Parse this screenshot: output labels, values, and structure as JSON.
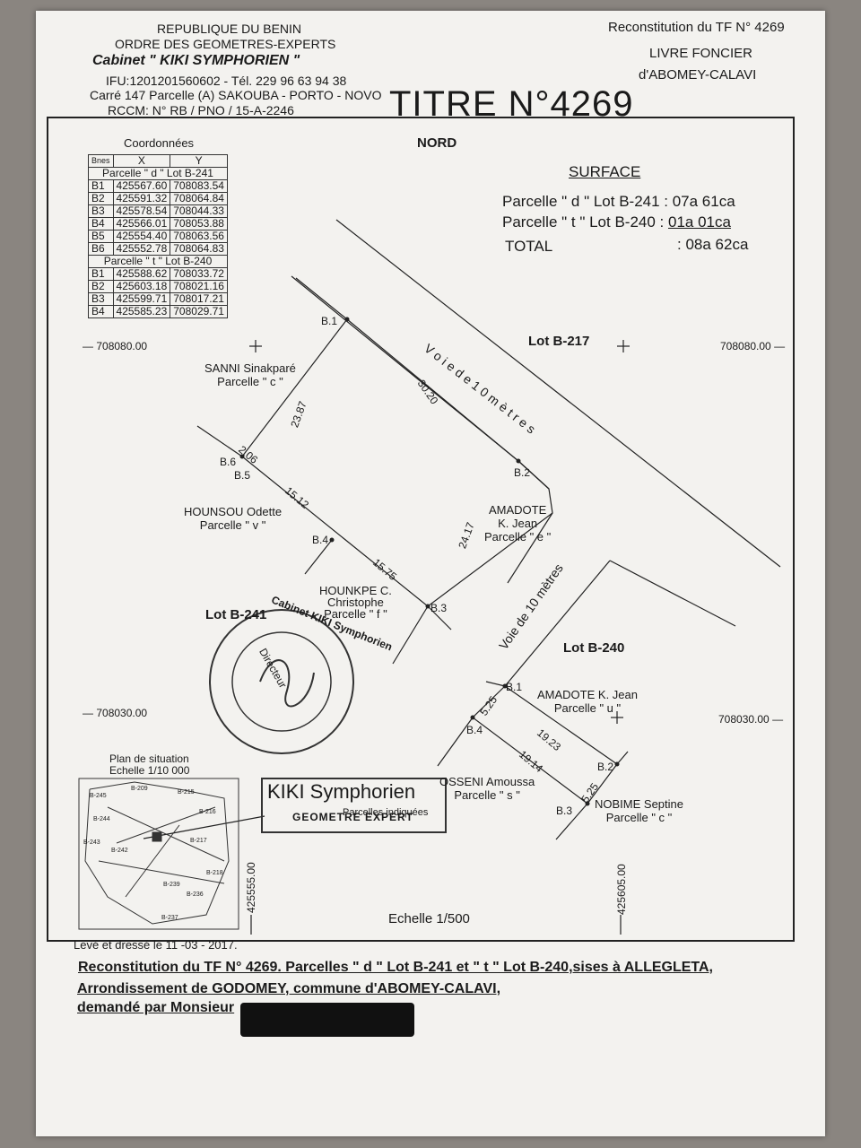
{
  "header": {
    "republic": "REPUBLIQUE DU BENIN",
    "order": "ORDRE DES GEOMETRES-EXPERTS",
    "cabinet": "Cabinet \" KIKI SYMPHORIEN \"",
    "ifu": "IFU:1201201560602 - Tél. 229 96 63 94 38",
    "address": "Carré 147 Parcelle (A) SAKOUBA - PORTO - NOVO",
    "rccm": "RCCM: N° RB / PNO / 15-A-2246",
    "recon": "Reconstitution du TF N° 4269",
    "livre": "LIVRE FONCIER",
    "abomey": "d'ABOMEY-CALAVI",
    "titre": "TITRE  N°4269"
  },
  "nord": "NORD",
  "coords": {
    "title": "Coordonnées",
    "cols": [
      "Bnes",
      "X",
      "Y"
    ],
    "group_d": "Parcelle \" d \" Lot B-241",
    "rows_d": [
      [
        "B1",
        "425567.60",
        "708083.54"
      ],
      [
        "B2",
        "425591.32",
        "708064.84"
      ],
      [
        "B3",
        "425578.54",
        "708044.33"
      ],
      [
        "B4",
        "425566.01",
        "708053.88"
      ],
      [
        "B5",
        "425554.40",
        "708063.56"
      ],
      [
        "B6",
        "425552.78",
        "708064.83"
      ]
    ],
    "group_t": "Parcelle \" t \" Lot B-240",
    "rows_t": [
      [
        "B1",
        "425588.62",
        "708033.72"
      ],
      [
        "B2",
        "425603.18",
        "708021.16"
      ],
      [
        "B3",
        "425599.71",
        "708017.21"
      ],
      [
        "B4",
        "425585.23",
        "708029.71"
      ]
    ]
  },
  "surface": {
    "title": "SURFACE",
    "line1": "Parcelle \" d \" Lot B-241 : 07a 61ca",
    "line2a": "Parcelle \" t \"  Lot B-240 : ",
    "line2b": "01a 01ca",
    "total": "TOTAL",
    "total_val": ": 08a 62ca"
  },
  "grid": {
    "y_top_left": "708080.00",
    "y_top_right": "708080.00",
    "y_bottom_left": "708030.00",
    "y_bottom_right": "708030.00",
    "x_left": "425555.00",
    "x_right": "425605.00"
  },
  "plan": {
    "road1": "V o i e   d e   1 0   m è t r e s",
    "road2": "Voie de 10 mètres",
    "lot217": "Lot B-217",
    "lot241": "Lot B-241",
    "lot240": "Lot B-240",
    "sanni": "SANNI Sinakparé",
    "sanni_p": "Parcelle \" c \"",
    "hounsou": "HOUNSOU Odette",
    "hounsou_p": "Parcelle \" v \"",
    "hounkpe1": "HOUNKPE C.",
    "hounkpe2": "Christophe",
    "hounkpe_p": "Parcelle \" f \"",
    "amadote1": "AMADOTE",
    "amadote2": "K. Jean",
    "amadote_p": "Parcelle \" e \"",
    "amadote_t": "AMADOTE K. Jean",
    "amadote_t_p": "Parcelle \" u \"",
    "osseni": "OSSENI Amoussa",
    "osseni_p": "Parcelle \" s \"",
    "nobime": "NOBIME Septine",
    "nobime_p": "Parcelle \" c \"",
    "b1": "B.1",
    "b2": "B.2",
    "b3": "B.3",
    "b4": "B.4",
    "b5": "B.5",
    "b6": "B.6",
    "d_2387": "23.87",
    "d_3020": "30.20",
    "d_206": "2.06",
    "d_1512": "15.12",
    "d_1575": "15.75",
    "d_2417": "24.17",
    "d_525a": "5.25",
    "d_1923": "19.23",
    "d_1914": "19.14",
    "d_525b": "5.25"
  },
  "situation": {
    "title": "Plan de situation",
    "scale": "Echelle 1/10 000",
    "lots": [
      "B-245",
      "B-209",
      "B-215",
      "B-244",
      "B-216",
      "B-243",
      "B-242",
      "B-217",
      "B-218",
      "B-239",
      "B-236",
      "B-237"
    ]
  },
  "stamp": {
    "name": "KIKI Symphorien",
    "sub": "GEOMETRE  EXPERT",
    "note": "Parcelles indiquées",
    "seal_text": "Cabinet KIKI Symphorien",
    "seal_center": "Directeur"
  },
  "scale": "Echelle 1/500",
  "leve": "Levé et dressé le  11 -03 - 2017.",
  "footer": {
    "line1": "Reconstitution du TF N° 4269. Parcelles \" d \" Lot B-241 et \" t \" Lot B-240,sises à ALLEGLETA,",
    "line2": "Arrondissement de GODOMEY, commune d'ABOMEY-CALAVI,",
    "line3": "demandé par Monsieur"
  }
}
